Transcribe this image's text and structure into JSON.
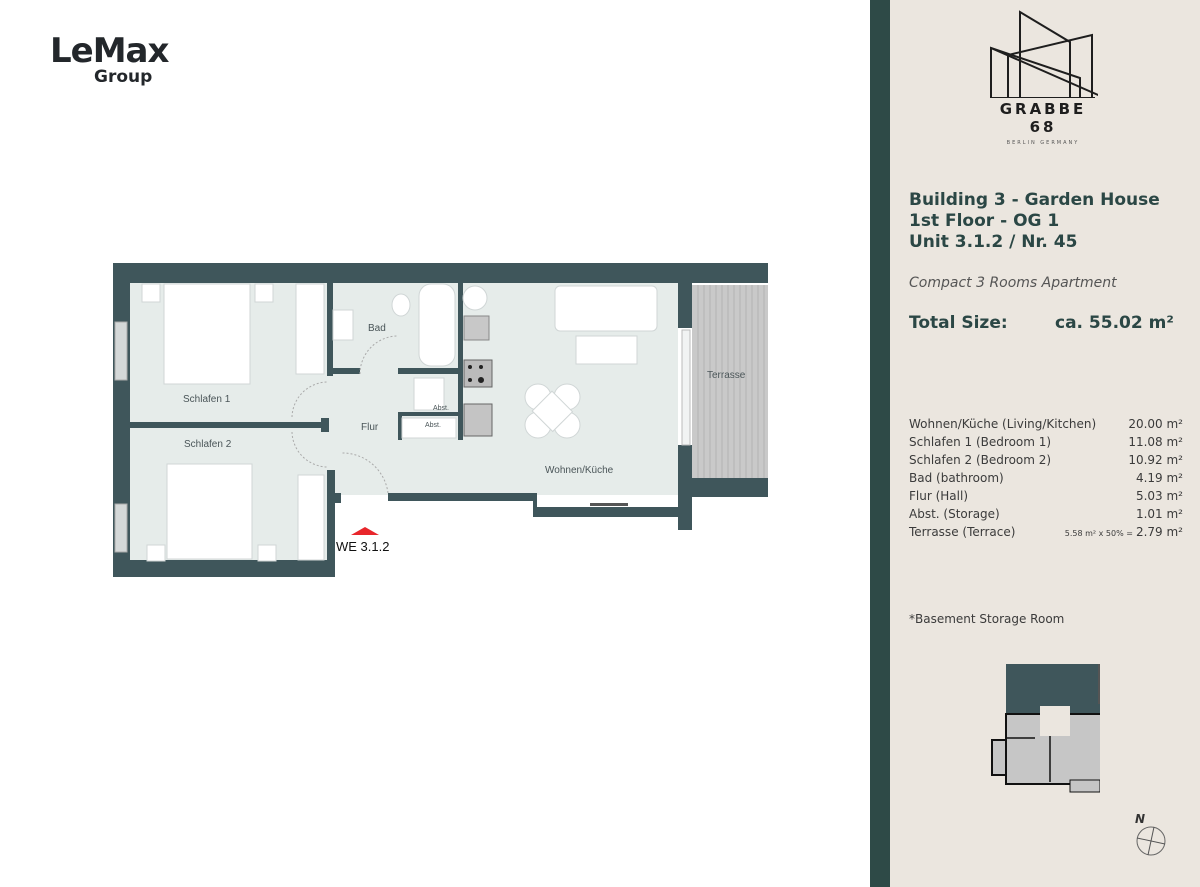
{
  "logo": {
    "name": "LeMax",
    "sub": "Group"
  },
  "brand": {
    "name": "GRABBE 68",
    "sub": "BERLIN GERMANY"
  },
  "heading": {
    "line1": "Building 3 - Garden House",
    "line2": "1st Floor - OG 1",
    "line3": "Unit 3.1.2 / Nr. 45"
  },
  "subtitle": "Compact 3 Rooms Apartment",
  "total": {
    "label": "Total Size:",
    "value": "ca. 55.02 m²"
  },
  "rooms": [
    {
      "name": "Wohnen/Küche (Living/Kitchen)",
      "area": "20.00 m²"
    },
    {
      "name": "Schlafen 1 (Bedroom 1)",
      "area": "11.08 m²"
    },
    {
      "name": "Schlafen 2 (Bedroom 2)",
      "area": "10.92 m²"
    },
    {
      "name": "Bad (bathroom)",
      "area": "4.19 m²"
    },
    {
      "name": "Flur (Hall)",
      "area": "5.03 m²"
    },
    {
      "name": "Abst. (Storage)",
      "area": "1.01 m²"
    },
    {
      "name": "Terrasse  (Terrace)",
      "calc": "5.58 m² x 50% =",
      "area": "2.79 m²"
    }
  ],
  "note": "*Basement Storage Room",
  "compass": "N",
  "plan": {
    "labels": {
      "schlafen1": "Schlafen 1",
      "schlafen2": "Schlafen 2",
      "bad": "Bad",
      "flur": "Flur",
      "abst1": "Abst.",
      "abst2": "Abst.",
      "wohnen": "Wohnen/Küche",
      "terrasse": "Terrasse",
      "unit": "WE 3.1.2"
    }
  },
  "colors": {
    "wall": "#3f565b",
    "floor": "#e6ecea",
    "sidebar": "#ebe6df",
    "accent": "#2e4a47",
    "entry": "#e8262b"
  }
}
